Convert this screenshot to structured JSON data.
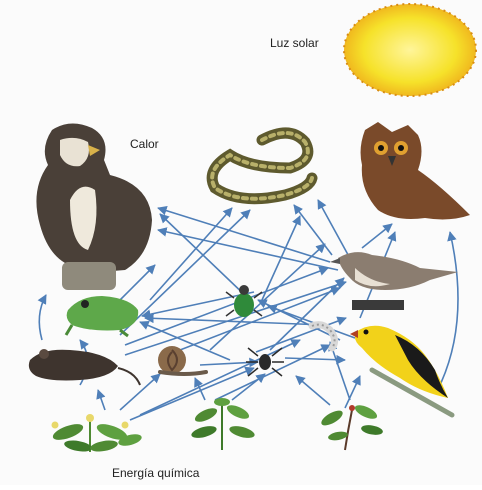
{
  "labels": {
    "sun": "Luz solar",
    "heat": "Calor",
    "chemical": "Energía química"
  },
  "organisms": [
    {
      "name": "sun-icon"
    },
    {
      "name": "eagle-icon"
    },
    {
      "name": "snake-icon"
    },
    {
      "name": "owl-icon"
    },
    {
      "name": "thrush-icon"
    },
    {
      "name": "frog-icon"
    },
    {
      "name": "beetle-icon"
    },
    {
      "name": "mouse-icon"
    },
    {
      "name": "snail-icon"
    },
    {
      "name": "spider-icon"
    },
    {
      "name": "caterpillar-icon"
    },
    {
      "name": "oriole-icon"
    },
    {
      "name": "plant-left-icon"
    },
    {
      "name": "plant-mid-icon"
    },
    {
      "name": "plant-right-icon"
    }
  ],
  "colors": {
    "arrow": "#4f7fb8",
    "sun": "#f6e22a",
    "plant": "#4f8a33"
  }
}
